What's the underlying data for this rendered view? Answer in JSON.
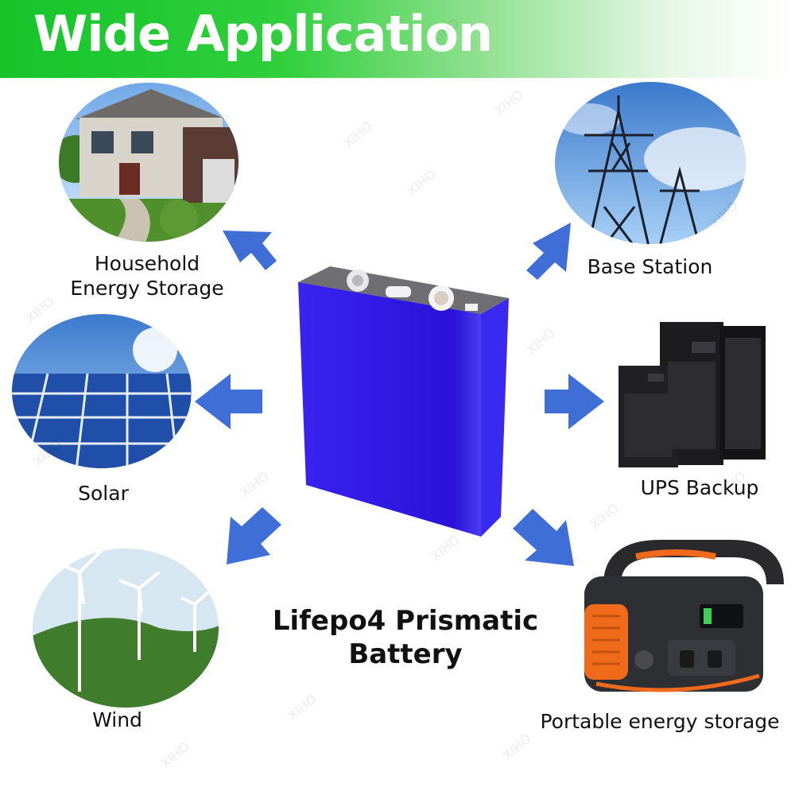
{
  "banner": {
    "title": "Wide Application"
  },
  "product": {
    "line1": "Lifepo4 Prismatic",
    "line2": "Battery"
  },
  "applications": [
    {
      "id": "household",
      "label_line1": "Household",
      "label_line2": "Energy Storage"
    },
    {
      "id": "base-station",
      "label_line1": "Base Station"
    },
    {
      "id": "solar",
      "label_line1": "Solar"
    },
    {
      "id": "ups",
      "label_line1": "UPS Backup"
    },
    {
      "id": "wind",
      "label_line1": "Wind"
    },
    {
      "id": "portable",
      "label_line1": "Portable energy storage"
    }
  ],
  "watermark": "XIHO",
  "colors": {
    "banner_green": "#16c42a",
    "arrow_blue": "#3f6fd6",
    "battery_blue": "#2a17e0",
    "accent_orange": "#f06a1c"
  }
}
